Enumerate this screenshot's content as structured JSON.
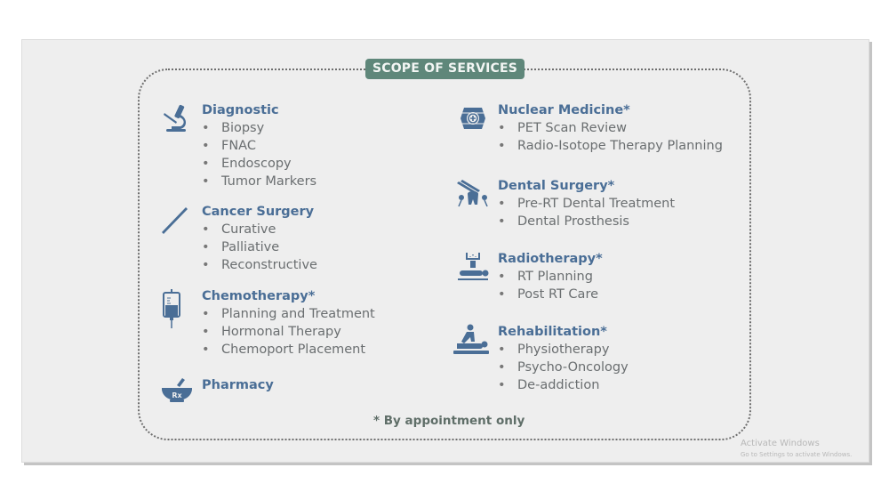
{
  "slide": {
    "title": "SCOPE OF SERVICES",
    "footnote": "* By appointment only",
    "colors": {
      "heading": "#4a6e96",
      "body_text": "#6a6e70",
      "title_pill": "#5f877a",
      "background": "#eeeeee"
    },
    "left_column": [
      {
        "heading": "Diagnostic",
        "icon": "microscope-icon",
        "items": [
          "Biopsy",
          "FNAC",
          "Endoscopy",
          "Tumor Markers"
        ]
      },
      {
        "heading": "Cancer Surgery",
        "icon": "scalpel-icon",
        "items": [
          "Curative",
          "Palliative",
          "Reconstructive"
        ]
      },
      {
        "heading": "Chemotherapy*",
        "icon": "iv-bag-icon",
        "items": [
          "Planning and Treatment",
          "Hormonal Therapy",
          "Chemoport Placement"
        ]
      },
      {
        "heading": "Pharmacy",
        "icon": "mortar-pestle-rx-icon",
        "items": []
      }
    ],
    "right_column": [
      {
        "heading": "Nuclear Medicine*",
        "icon": "nuclear-scanner-icon",
        "items": [
          "PET Scan Review",
          "Radio-Isotope Therapy Planning"
        ]
      },
      {
        "heading": "Dental Surgery*",
        "icon": "dental-tooth-icon",
        "items": [
          "Pre-RT Dental Treatment",
          "Dental Prosthesis"
        ]
      },
      {
        "heading": "Radiotherapy*",
        "icon": "radiation-machine-icon",
        "items": [
          "RT Planning",
          "Post RT Care"
        ]
      },
      {
        "heading": "Rehabilitation*",
        "icon": "physiotherapy-icon",
        "items": [
          "Physiotherapy",
          "Psycho-Oncology",
          "De-addiction"
        ]
      }
    ]
  },
  "os_watermark": {
    "line1": "Activate Windows",
    "line2": "Go to Settings to activate Windows."
  }
}
